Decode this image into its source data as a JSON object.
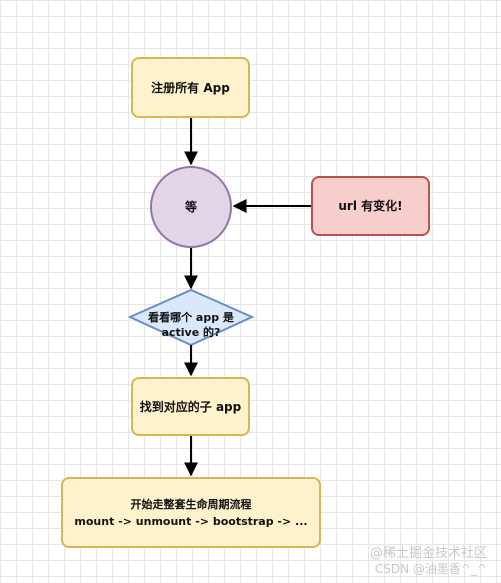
{
  "nodes": {
    "register": "注册所有 App",
    "wait": "等",
    "url_change": "url 有变化!",
    "decision_line1": "看看哪个 app 是",
    "decision_line2": "active 的?",
    "find": "找到对应的子 app",
    "lifecycle_line1": "开始走整套生命周期流程",
    "lifecycle_line2": "mount -> unmount -> bootstrap -> ..."
  },
  "watermark": {
    "line1": "@稀土掘金技术社区",
    "line2": "CSDN @油墨香^_^"
  },
  "colors": {
    "process_fill": "#fff2cc",
    "process_stroke": "#d6b656",
    "wait_fill": "#e1d5e7",
    "wait_stroke": "#9673a6",
    "event_fill": "#f8cecc",
    "event_stroke": "#b85450",
    "decision_fill": "#dae8fc",
    "decision_stroke": "#6c8ebf"
  }
}
